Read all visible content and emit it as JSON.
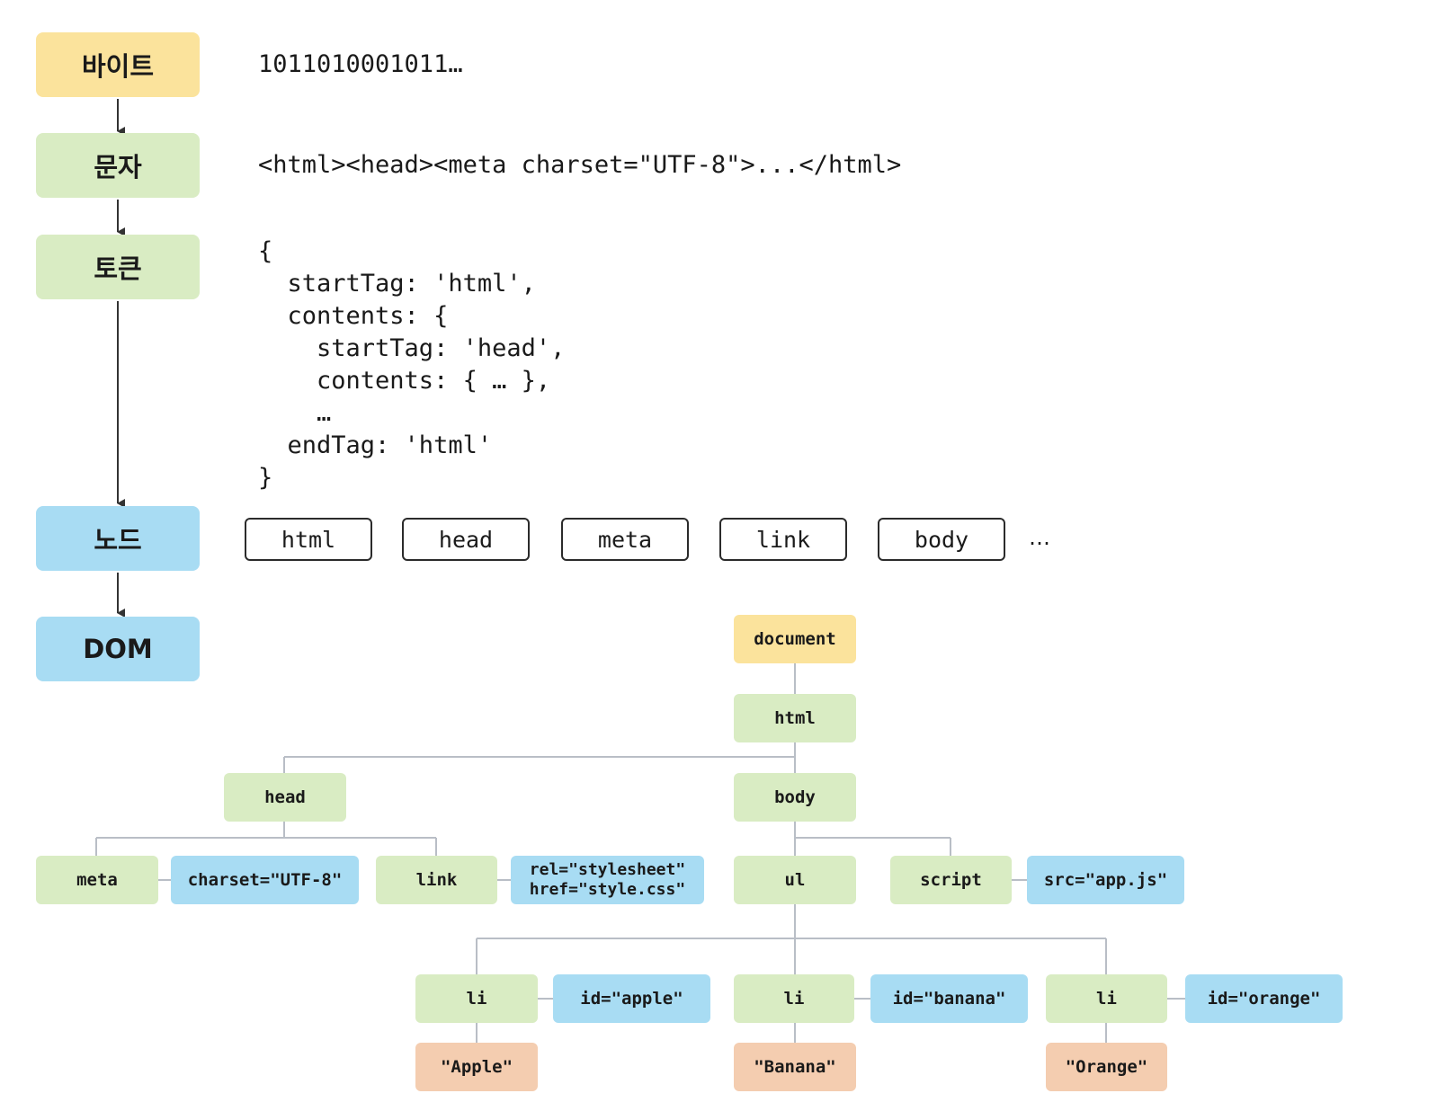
{
  "stages": [
    {
      "id": "bytes",
      "label": "바이트",
      "color": "#fbe39c"
    },
    {
      "id": "chars",
      "label": "문자",
      "color": "#d9ecc3"
    },
    {
      "id": "tokens",
      "label": "토큰",
      "color": "#d9ecc3"
    },
    {
      "id": "nodes",
      "label": "노드",
      "color": "#a8dcf3"
    },
    {
      "id": "dom",
      "label": "DOM",
      "color": "#a8dcf3"
    }
  ],
  "samples": {
    "bytes": "1011010001011…",
    "chars": "<html><head><meta charset=\"UTF-8\">...</html>",
    "tokens": "{\n  startTag: 'html',\n  contents: {\n    startTag: 'head',\n    contents: { … },\n    …\n  endTag: 'html'\n}"
  },
  "nodes": [
    "html",
    "head",
    "meta",
    "link",
    "body"
  ],
  "nodes_more": "…",
  "dom_tree": {
    "document": "document",
    "html": "html",
    "head": "head",
    "body": "body",
    "meta": "meta",
    "meta_attr": "charset=\"UTF-8\"",
    "link": "link",
    "link_attr_rel": "rel=\"stylesheet\"",
    "link_attr_href": "href=\"style.css\"",
    "ul": "ul",
    "script": "script",
    "script_attr": "src=\"app.js\"",
    "items": [
      {
        "tag": "li",
        "attr": "id=\"apple\"",
        "text": "\"Apple\""
      },
      {
        "tag": "li",
        "attr": "id=\"banana\"",
        "text": "\"Banana\""
      },
      {
        "tag": "li",
        "attr": "id=\"orange\"",
        "text": "\"Orange\""
      }
    ]
  },
  "colors": {
    "document": "#fbe39c",
    "element": "#d9ecc3",
    "attribute": "#a8dcf3",
    "text": "#f4cdb0",
    "connector": "#b9bec6",
    "arrow": "#333333"
  }
}
